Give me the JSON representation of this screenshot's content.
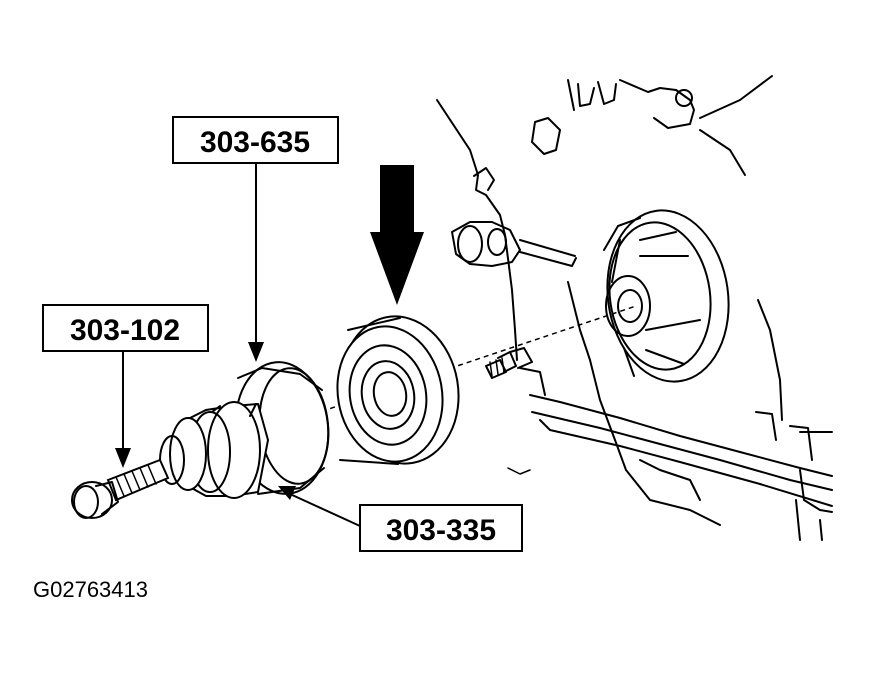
{
  "callouts": {
    "tool_top": "303-635",
    "tool_left": "303-102",
    "tool_bottom": "303-335"
  },
  "figure_id": "G02763413",
  "colors": {
    "line": "#000000",
    "background": "#ffffff"
  }
}
